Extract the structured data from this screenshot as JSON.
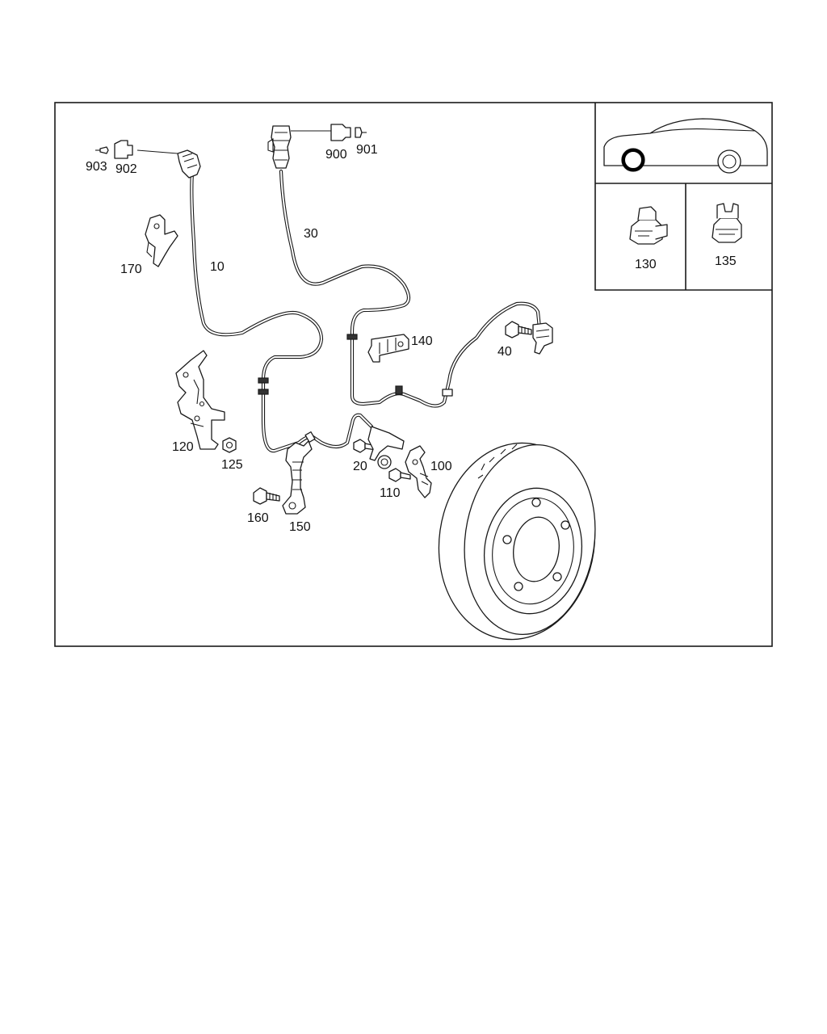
{
  "diagram": {
    "inset_labels": {
      "clip_a": "130",
      "clip_b": "135"
    },
    "part_numbers": {
      "cable_front": "10",
      "cable_rear": "30",
      "bolt_40": "40",
      "screw_20": "20",
      "sensor_100": "100",
      "bolt_110": "110",
      "bracket_120": "120",
      "nut_125": "125",
      "bracket_140": "140",
      "holder_150": "150",
      "bolt_160": "160",
      "bracket_170": "170",
      "connector_900": "900",
      "cap_901": "901",
      "connector_902": "902",
      "cap_903": "903"
    }
  }
}
